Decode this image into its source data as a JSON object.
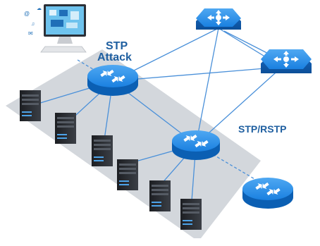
{
  "labels": {
    "stp_attack_line1": "STP",
    "stp_attack_line2": "Attack",
    "stp_rstp": "STP/RSTP"
  },
  "colors": {
    "router_blue": "#1a85e6",
    "router_dark": "#0b5fb3",
    "switch_blue": "#1c88ea",
    "link_blue": "#4a90d9",
    "zone_gray": "#d3d7dc",
    "server_black": "#2a2c31",
    "label_blue": "#1f5fa0"
  },
  "icons": {
    "core_switch": "layer3-switch-icon",
    "access_router": "router-icon",
    "server": "server-rack-icon",
    "attacker": "computer-icon"
  }
}
